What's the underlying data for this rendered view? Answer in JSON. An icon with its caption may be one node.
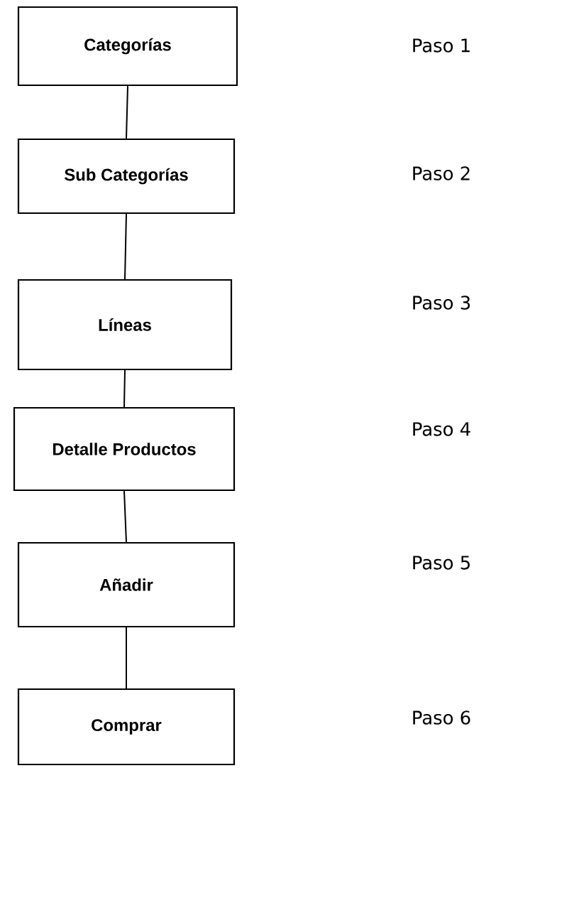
{
  "diagram": {
    "nodes": [
      {
        "text": [
          "Categorías"
        ]
      },
      {
        "text": [
          "Sub Categorías"
        ]
      },
      {
        "text": [
          "Líneas"
        ]
      },
      {
        "text": [
          "Detalle Productos"
        ]
      },
      {
        "text": [
          "Añadir"
        ]
      },
      {
        "text": [
          "Comprar"
        ]
      }
    ],
    "edges": [
      {
        "from": 0,
        "to": 1,
        "arrow": "none"
      },
      {
        "from": 1,
        "to": 2,
        "arrow": "none"
      },
      {
        "from": 2,
        "to": 3,
        "arrow": "none"
      },
      {
        "from": 3,
        "to": 4,
        "arrow": "none"
      },
      {
        "from": 4,
        "to": 5,
        "arrow": "none"
      }
    ],
    "labels": [
      "Paso 1",
      "Paso 2",
      "Paso 3",
      "Paso 4",
      "Paso 5",
      "Paso 6"
    ]
  }
}
